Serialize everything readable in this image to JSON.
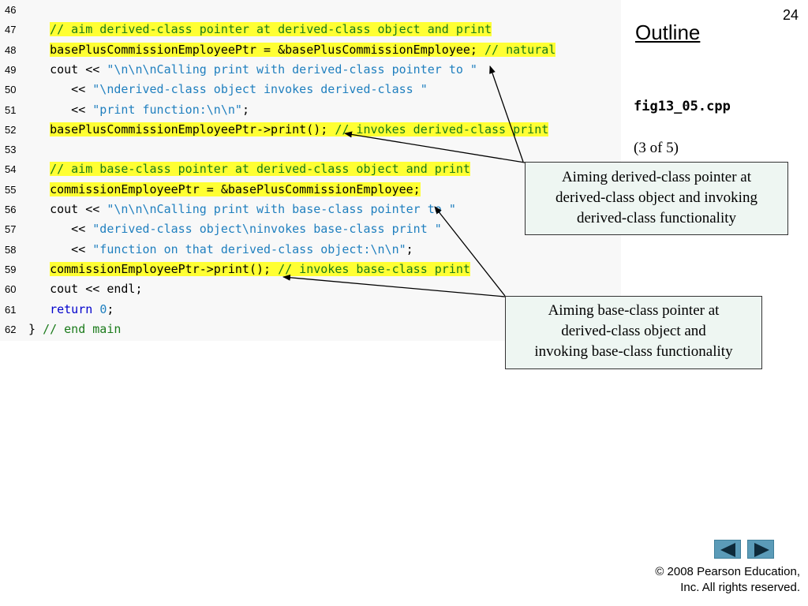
{
  "page_number": "24",
  "sidebar": {
    "outline_title": "Outline",
    "file_name": "fig13_05.cpp",
    "part_label": "(3 of 5)"
  },
  "code_lines": [
    {
      "num": "46",
      "segments": []
    },
    {
      "num": "47",
      "segments": [
        {
          "text": "   ",
          "cls": "t"
        },
        {
          "text": "// aim derived-class pointer at derived-class object and print",
          "cls": "c hl"
        }
      ]
    },
    {
      "num": "48",
      "segments": [
        {
          "text": "   ",
          "cls": "t"
        },
        {
          "text": "basePlusCommissionEmployeePtr = &basePlusCommissionEmployee; ",
          "cls": "t hl"
        },
        {
          "text": "// natural",
          "cls": "c hl"
        }
      ]
    },
    {
      "num": "49",
      "segments": [
        {
          "text": "   cout << ",
          "cls": "t"
        },
        {
          "text": "\"\\n\\n\\nCalling print with derived-class pointer to \"",
          "cls": "s"
        }
      ]
    },
    {
      "num": "50",
      "segments": [
        {
          "text": "      << ",
          "cls": "t"
        },
        {
          "text": "\"\\nderived-class object invokes derived-class \"",
          "cls": "s"
        }
      ]
    },
    {
      "num": "51",
      "segments": [
        {
          "text": "      << ",
          "cls": "t"
        },
        {
          "text": "\"print function:\\n\\n\"",
          "cls": "s"
        },
        {
          "text": ";",
          "cls": "t"
        }
      ]
    },
    {
      "num": "52",
      "segments": [
        {
          "text": "   ",
          "cls": "t"
        },
        {
          "text": "basePlusCommissionEmployeePtr->print(); ",
          "cls": "t hl"
        },
        {
          "text": "// invokes derived-class print",
          "cls": "c hl"
        }
      ]
    },
    {
      "num": "53",
      "segments": []
    },
    {
      "num": "54",
      "segments": [
        {
          "text": "   ",
          "cls": "t"
        },
        {
          "text": "// aim base-class pointer at derived-class object and print",
          "cls": "c hl"
        }
      ]
    },
    {
      "num": "55",
      "segments": [
        {
          "text": "   ",
          "cls": "t"
        },
        {
          "text": "commissionEmployeePtr = &basePlusCommissionEmployee;",
          "cls": "t hl"
        }
      ]
    },
    {
      "num": "56",
      "segments": [
        {
          "text": "   cout << ",
          "cls": "t"
        },
        {
          "text": "\"\\n\\n\\nCalling print with base-class pointer to \"",
          "cls": "s"
        }
      ]
    },
    {
      "num": "57",
      "segments": [
        {
          "text": "      << ",
          "cls": "t"
        },
        {
          "text": "\"derived-class object\\ninvokes base-class print \"",
          "cls": "s"
        }
      ]
    },
    {
      "num": "58",
      "segments": [
        {
          "text": "      << ",
          "cls": "t"
        },
        {
          "text": "\"function on that derived-class object:\\n\\n\"",
          "cls": "s"
        },
        {
          "text": ";",
          "cls": "t"
        }
      ]
    },
    {
      "num": "59",
      "segments": [
        {
          "text": "   ",
          "cls": "t"
        },
        {
          "text": "commissionEmployeePtr->print(); ",
          "cls": "t hl"
        },
        {
          "text": "// invokes base-class print",
          "cls": "c hl"
        }
      ]
    },
    {
      "num": "60",
      "segments": [
        {
          "text": "   cout << endl;",
          "cls": "t"
        }
      ]
    },
    {
      "num": "61",
      "segments": [
        {
          "text": "   ",
          "cls": "t"
        },
        {
          "text": "return",
          "cls": "k"
        },
        {
          "text": " ",
          "cls": "t"
        },
        {
          "text": "0",
          "cls": "s"
        },
        {
          "text": ";",
          "cls": "t"
        }
      ]
    },
    {
      "num": "62",
      "segments": [
        {
          "text": "} ",
          "cls": "t"
        },
        {
          "text": "// end main",
          "cls": "c"
        }
      ]
    }
  ],
  "callouts": {
    "derived": [
      "Aiming derived-class pointer at",
      "derived-class object and invoking",
      "derived-class functionality"
    ],
    "base": [
      "Aiming base-class pointer at",
      "derived-class object and",
      "invoking base-class functionality"
    ]
  },
  "navigation": {
    "prev_icon": "left-triangle-icon",
    "next_icon": "right-triangle-icon"
  },
  "copyright": {
    "line1": "© 2008 Pearson Education,",
    "line2": "Inc.  All rights reserved."
  },
  "colors": {
    "highlight": "#ffff33",
    "comment": "#1a7a1a",
    "string": "#1f7fbf",
    "keyword": "#0000cc",
    "callout_bg": "#eef6f2",
    "nav_button": "#5b9bb8"
  }
}
